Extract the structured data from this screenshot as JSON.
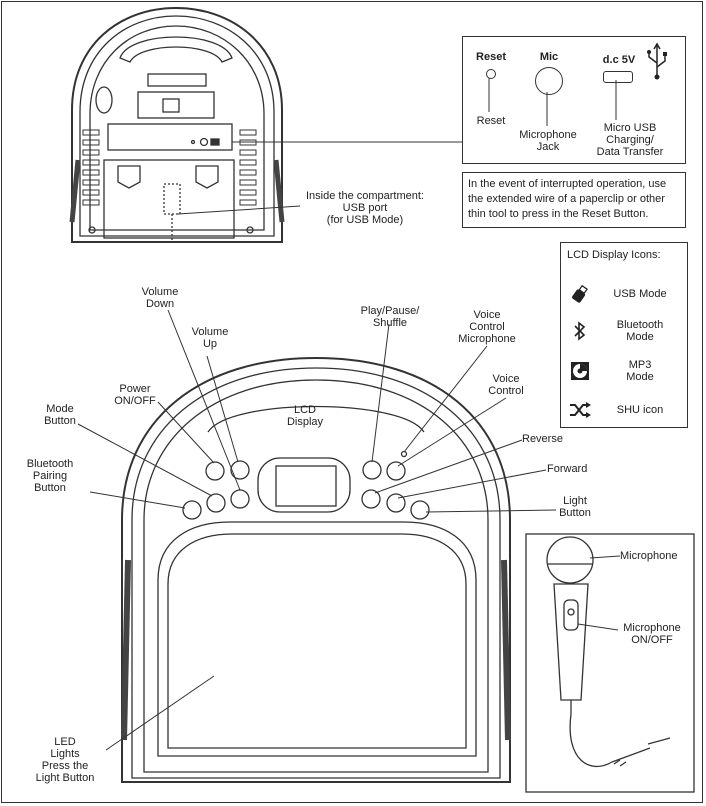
{
  "top_box": {
    "reset_title": "Reset",
    "mic_title": "Mic",
    "dc_title": "d.c 5V",
    "reset_label": "Reset",
    "mic_label": "Microphone\nJack",
    "usb_label": "Micro USB\nCharging/\nData Transfer"
  },
  "reset_note": "In the event of interrupted operation, use the extended wire of a paperclip or other thin tool to press in the Reset Button.",
  "compartment_label": "Inside the compartment:\nUSB port\n(for USB Mode)",
  "lcd_icons": {
    "title": "LCD Display Icons:",
    "items": [
      {
        "icon": "usb-stick-icon",
        "label": "USB Mode"
      },
      {
        "icon": "bluetooth-icon",
        "label": "Bluetooth\nMode"
      },
      {
        "icon": "mp3-disc-icon",
        "label": "MP3\nMode"
      },
      {
        "icon": "shuffle-icon",
        "label": "SHU icon"
      }
    ]
  },
  "callouts": {
    "volume_down": "Volume\nDown",
    "volume_up": "Volume\nUp",
    "power": "Power\nON/OFF",
    "mode_button": "Mode\nButton",
    "bluetooth_pairing": "Bluetooth\nPairing\nButton",
    "lcd_display": "LCD\nDisplay",
    "play_pause": "Play/Pause/\nShuffle",
    "voice_mic": "Voice\nControl\nMicrophone",
    "voice_control": "Voice\nControl",
    "reverse": "Reverse",
    "forward": "Forward",
    "light_button": "Light\nButton",
    "led_lights": "LED\nLights\nPress the\nLight Button"
  },
  "mic_box": {
    "microphone": "Microphone",
    "mic_switch": "Microphone\nON/OFF"
  }
}
